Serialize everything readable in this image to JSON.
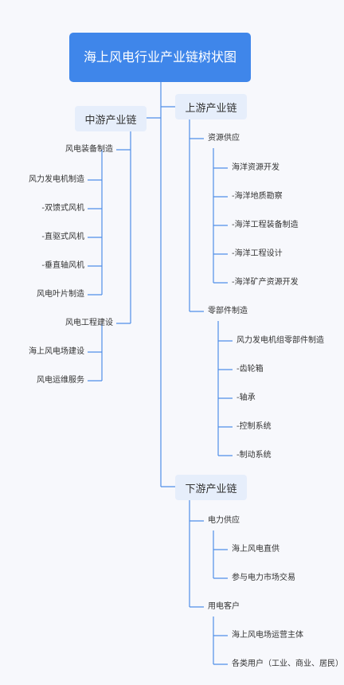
{
  "title": "海上风电行业产业链树状图",
  "midstream": {
    "label": "中游产业链",
    "groups": [
      {
        "label": "风电装备制造",
        "items": [
          "风力发电机制造",
          "-双馈式风机",
          "-直驱式风机",
          "-垂直轴风机",
          "风电叶片制造"
        ]
      },
      {
        "label": "风电工程建设",
        "items": [
          "海上风电场建设",
          "风电运维服务"
        ]
      }
    ]
  },
  "upstream": {
    "label": "上游产业链",
    "groups": [
      {
        "label": "资源供应",
        "items": [
          "海洋资源开发",
          "-海洋地质勘察",
          "-海洋工程装备制造",
          "-海洋工程设计",
          "-海洋矿产资源开发"
        ]
      },
      {
        "label": "零部件制造",
        "items": [
          "风力发电机组零部件制造",
          "-齿轮箱",
          "-轴承",
          "-控制系统",
          "-制动系统"
        ]
      }
    ]
  },
  "downstream": {
    "label": "下游产业链",
    "groups": [
      {
        "label": "电力供应",
        "items": [
          "海上风电直供",
          "参与电力市场交易"
        ]
      },
      {
        "label": "用电客户",
        "items": [
          "海上风电场运营主体",
          "各类用户（工业、商业、居民）"
        ]
      }
    ]
  },
  "colors": {
    "accent": "#3f86ea",
    "branch_bg": "#e6eefb",
    "line": "#4f8fe8"
  }
}
